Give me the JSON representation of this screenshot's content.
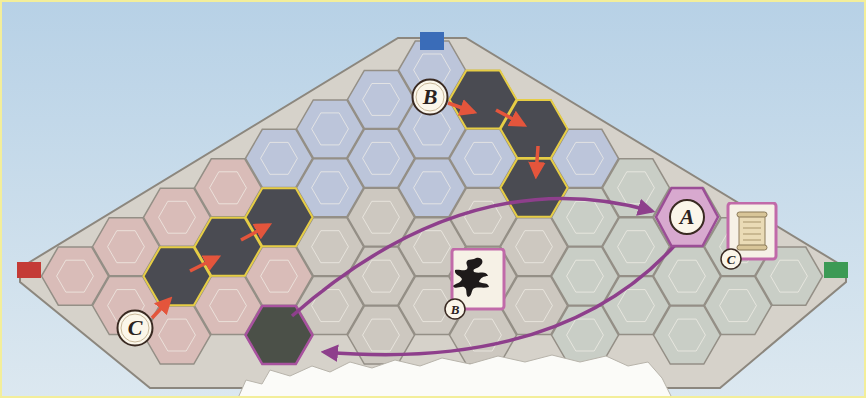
{
  "diagram": {
    "nodes": [
      {
        "text": [
          "B"
        ]
      },
      {
        "text": [
          "A"
        ]
      },
      {
        "text": [
          "C"
        ]
      },
      {
        "text": [
          "B"
        ]
      },
      {
        "text": [
          "C"
        ]
      }
    ]
  }
}
